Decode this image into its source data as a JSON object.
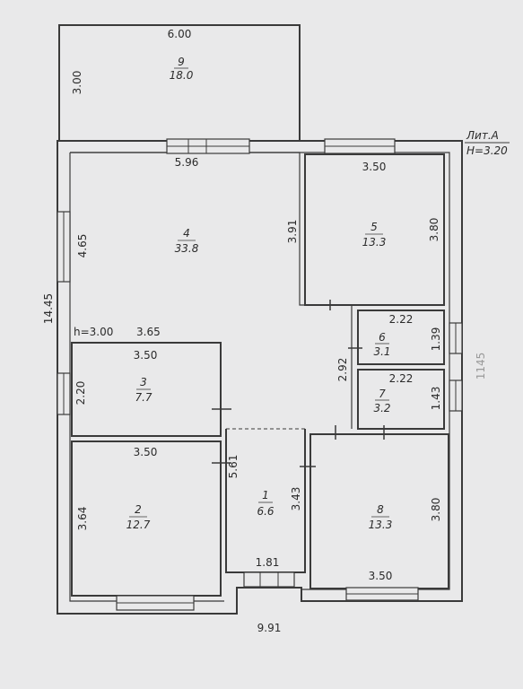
{
  "lit": {
    "title": "Лит.А",
    "height": "H=3.20"
  },
  "outer": {
    "width": "9.91",
    "height": "14.45",
    "right_pencil": "1145"
  },
  "inner_height": "h=3.00",
  "rooms": {
    "r9": {
      "num": "9",
      "area": "18.0",
      "w": "6.00",
      "h": "3.00"
    },
    "r4": {
      "num": "4",
      "area": "33.8",
      "w": "5.96",
      "h": "4.65",
      "w2": "3.65"
    },
    "r5": {
      "num": "5",
      "area": "13.3",
      "w": "3.50",
      "h": "3.80",
      "h2": "3.91"
    },
    "r6": {
      "num": "6",
      "area": "3.1",
      "w": "2.22",
      "h": "1.39",
      "h2": "2.92"
    },
    "r7": {
      "num": "7",
      "area": "3.2",
      "w": "2.22",
      "h": "1.43"
    },
    "r3": {
      "num": "3",
      "area": "7.7",
      "w": "3.50",
      "h": "2.20"
    },
    "r2": {
      "num": "2",
      "area": "12.7",
      "w": "3.50",
      "h": "3.64"
    },
    "r1": {
      "num": "1",
      "area": "6.6",
      "w": "1.81",
      "h": "5.61",
      "h2": "3.43"
    },
    "r8": {
      "num": "8",
      "area": "13.3",
      "w": "3.50",
      "h": "3.80"
    }
  }
}
